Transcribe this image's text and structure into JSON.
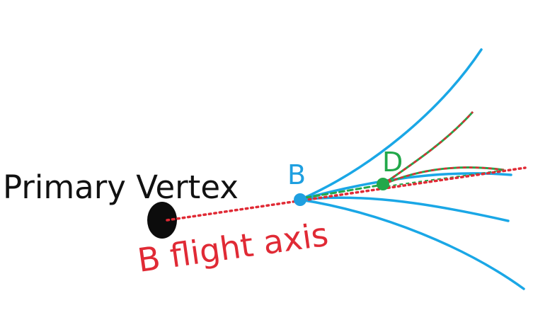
{
  "labels": {
    "primary_vertex": "Primary Vertex",
    "b_vertex": "B",
    "d_vertex": "D",
    "flight_axis": "B flight axis"
  },
  "colors": {
    "text_black": "#111111",
    "b_blue": "#1e9fe0",
    "track_blue": "#1aa7e6",
    "d_green": "#22a84a",
    "axis_red": "#e02a35",
    "pv_black": "#0c0c0c"
  }
}
